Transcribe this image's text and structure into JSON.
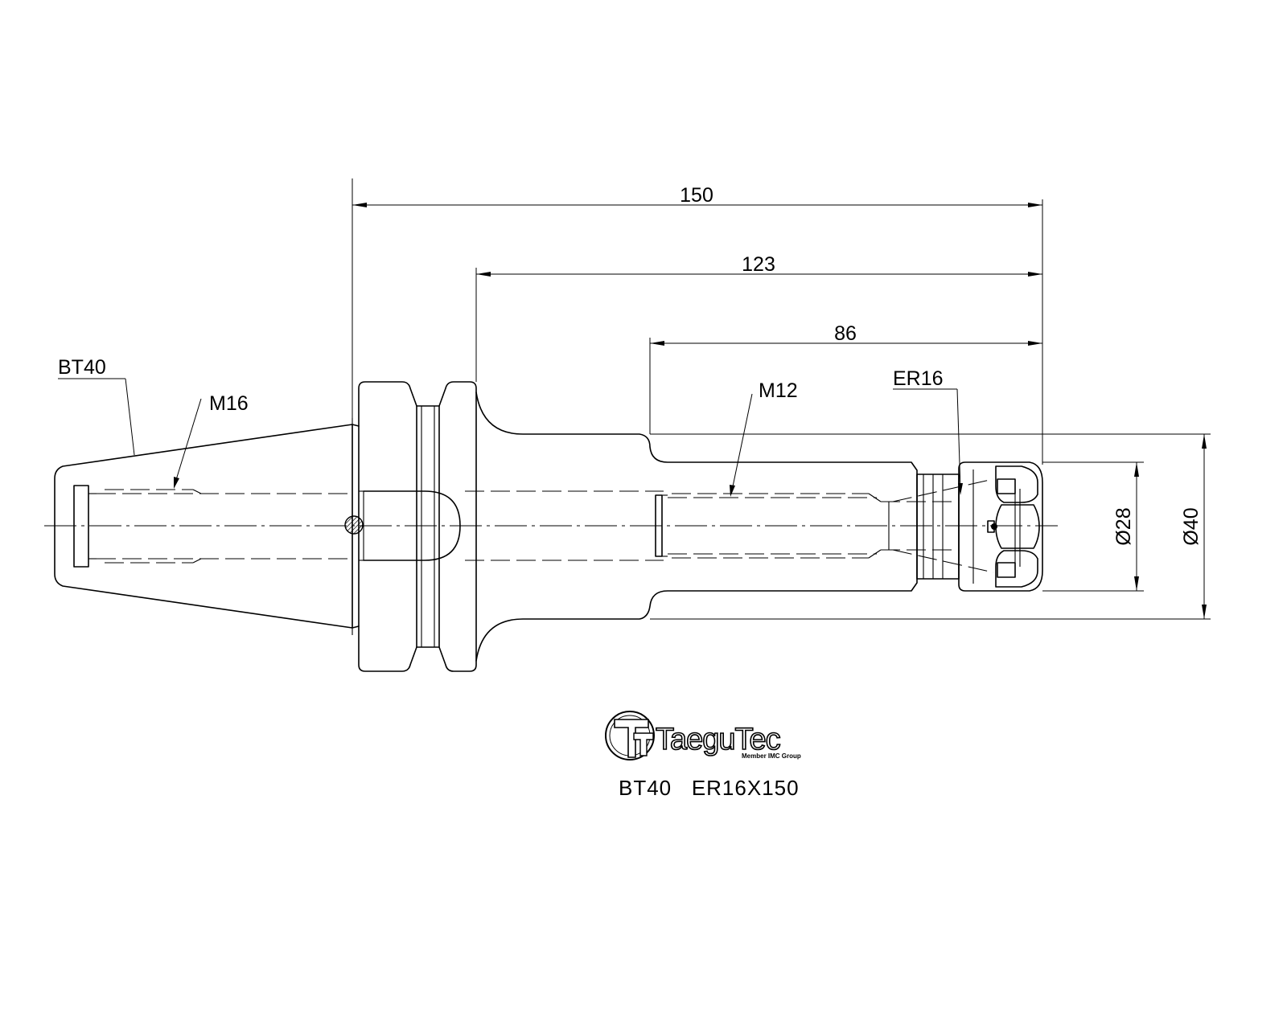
{
  "dimensions": {
    "overall_length": "150",
    "flange_to_nose": "123",
    "body_length": "86",
    "collet_dia": "Ø28",
    "body_dia": "Ø40"
  },
  "labels": {
    "taper": "BT40",
    "drawbar_thread": "M16",
    "adjust_thread": "M12",
    "collet": "ER16"
  },
  "logo": {
    "brand": "TaeguTec",
    "tagline": "Member IMC Group"
  },
  "model_code": "BT40   ER16X150"
}
